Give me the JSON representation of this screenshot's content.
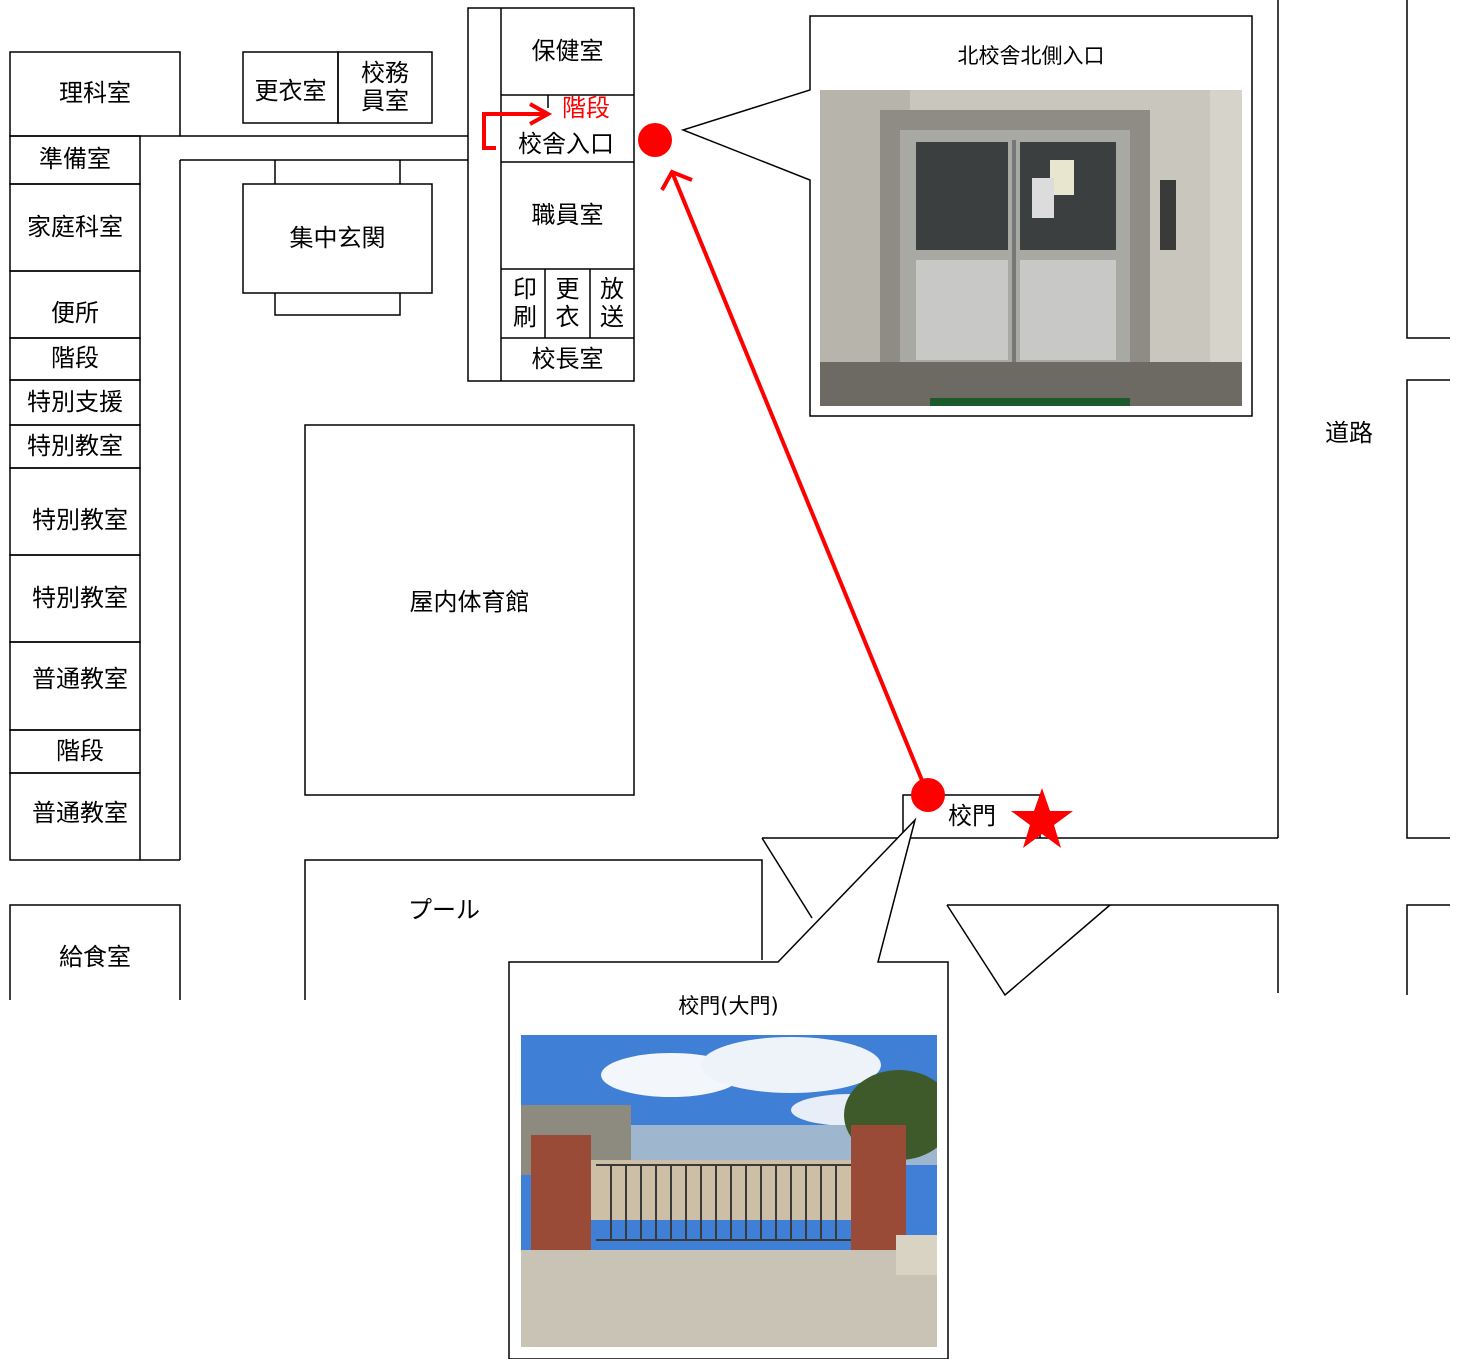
{
  "rooms": {
    "rika": "理科室",
    "junbi": "準備室",
    "katei": "家庭科室",
    "benjo": "便所",
    "kaidan1": "階段",
    "tokubetsu_shien": "特別支援",
    "tokubetsu1": "特別教室",
    "tokubetsu2": "特別教室",
    "tokubetsu3": "特別教室",
    "futsu1": "普通教室",
    "kaidan2": "階段",
    "futsu2": "普通教室",
    "kyushoku": "給食室",
    "koui": "更衣室",
    "komu_1": "校務",
    "komu_2": "員室",
    "shuchu_genkan": "集中玄関",
    "hoken": "保健室",
    "kaidan_red": "階段",
    "kousha_iriguchi": "校舎入口",
    "shokuin": "職員室",
    "insatsu_1": "印",
    "insatsu_2": "刷",
    "koui2_1": "更",
    "koui2_2": "衣",
    "housou_1": "放",
    "housou_2": "送",
    "kouchou": "校長室",
    "taiikukan": "屋内体育館",
    "pool": "プール",
    "road": "道路",
    "gate": "校門"
  },
  "callouts": {
    "north_entrance_title": "北校舎北側入口",
    "gate_title": "校門(大門)"
  },
  "colors": {
    "route": "#ff0000",
    "line": "#000000"
  },
  "icons": {
    "start_marker": "red-circle",
    "end_marker": "red-circle",
    "current_location": "red-star"
  }
}
